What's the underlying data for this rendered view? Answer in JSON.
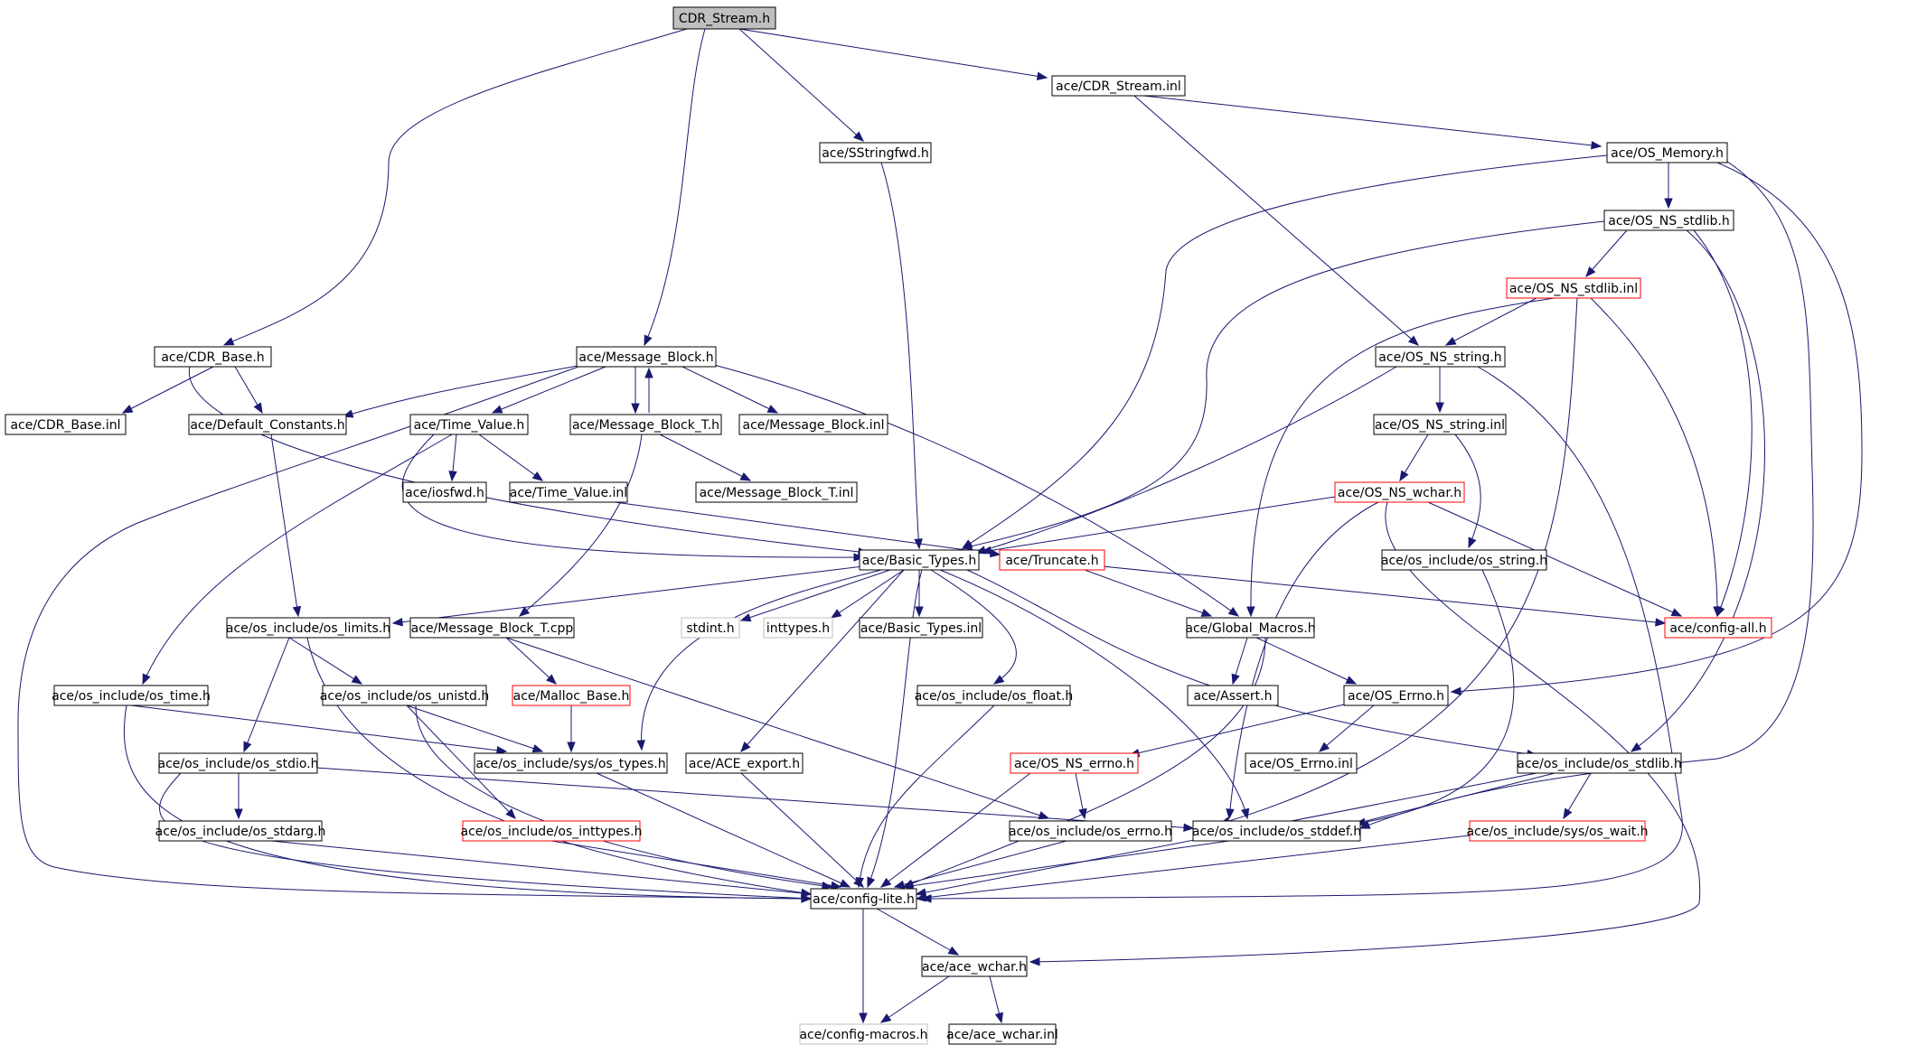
{
  "colors": {
    "edge": "#191970",
    "border_normal": "#000000",
    "border_truncated": "#ff0000",
    "border_external": "#bfbfbf",
    "fill_root": "#bfbfbf",
    "fill_normal": "#ffffff"
  },
  "nodes": {
    "cdr_stream_h": "CDR_Stream.h",
    "cdr_stream_inl": "ace/CDR_Stream.inl",
    "sstringfwd_h": "ace/SStringfwd.h",
    "os_memory_h": "ace/OS_Memory.h",
    "os_ns_stdlib_h": "ace/OS_NS_stdlib.h",
    "os_ns_stdlib_inl": "ace/OS_NS_stdlib.inl",
    "cdr_base_h": "ace/CDR_Base.h",
    "message_block_h": "ace/Message_Block.h",
    "os_ns_string_h": "ace/OS_NS_string.h",
    "cdr_base_inl": "ace/CDR_Base.inl",
    "default_constants_h": "ace/Default_Constants.h",
    "time_value_h": "ace/Time_Value.h",
    "message_block_t_h": "ace/Message_Block_T.h",
    "message_block_inl": "ace/Message_Block.inl",
    "os_ns_string_inl": "ace/OS_NS_string.inl",
    "iosfwd_h": "ace/iosfwd.h",
    "time_value_inl": "ace/Time_Value.inl",
    "message_block_t_inl": "ace/Message_Block_T.inl",
    "os_ns_wchar_h": "ace/OS_NS_wchar.h",
    "basic_types_h": "ace/Basic_Types.h",
    "truncate_h": "ace/Truncate.h",
    "os_include_os_string_h": "ace/os_include/os_string.h",
    "os_include_os_limits_h": "ace/os_include/os_limits.h",
    "message_block_t_cpp": "ace/Message_Block_T.cpp",
    "stdint_h": "stdint.h",
    "inttypes_h": "inttypes.h",
    "basic_types_inl": "ace/Basic_Types.inl",
    "global_macros_h": "ace/Global_Macros.h",
    "config_all_h": "ace/config-all.h",
    "os_include_os_time_h": "ace/os_include/os_time.h",
    "os_include_os_unistd_h": "ace/os_include/os_unistd.h",
    "malloc_base_h": "ace/Malloc_Base.h",
    "os_include_os_float_h": "ace/os_include/os_float.h",
    "assert_h": "ace/Assert.h",
    "os_errno_h": "ace/OS_Errno.h",
    "os_include_os_stdio_h": "ace/os_include/os_stdio.h",
    "os_include_sys_os_types_h": "ace/os_include/sys/os_types.h",
    "ace_export_h": "ace/ACE_export.h",
    "os_ns_errno_h": "ace/OS_NS_errno.h",
    "os_errno_inl": "ace/OS_Errno.inl",
    "os_include_os_stdlib_h": "ace/os_include/os_stdlib.h",
    "os_include_os_stdarg_h": "ace/os_include/os_stdarg.h",
    "os_include_os_inttypes_h": "ace/os_include/os_inttypes.h",
    "os_include_os_errno_h": "ace/os_include/os_errno.h",
    "os_include_os_stddef_h": "ace/os_include/os_stddef.h",
    "os_include_sys_os_wait_h": "ace/os_include/sys/os_wait.h",
    "config_lite_h": "ace/config-lite.h",
    "ace_wchar_h": "ace/ace_wchar.h",
    "config_macros_h": "ace/config-macros.h",
    "ace_wchar_inl": "ace/ace_wchar.inl"
  }
}
